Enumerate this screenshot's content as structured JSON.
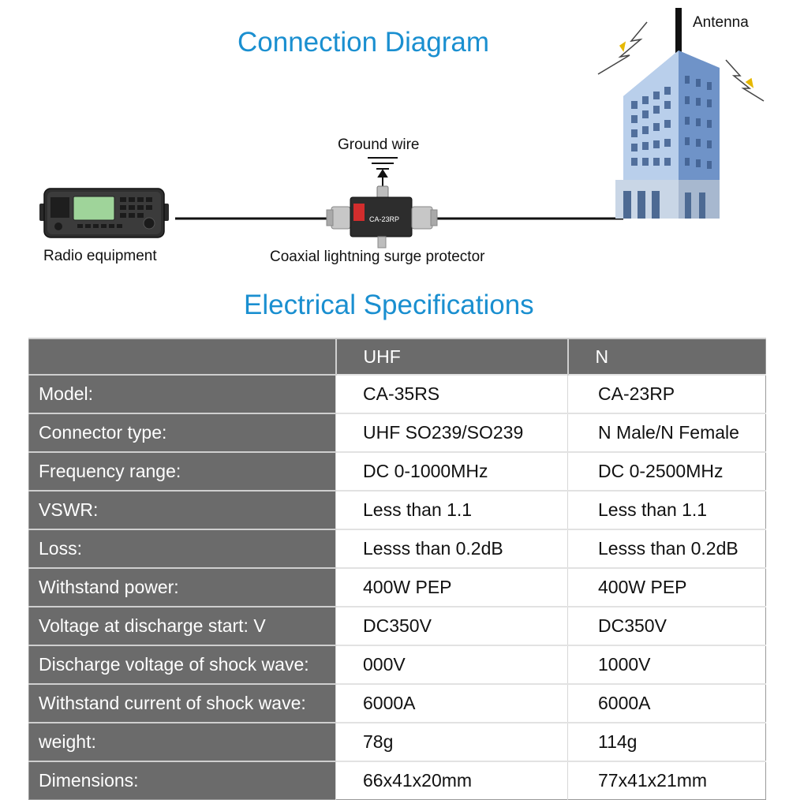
{
  "connection_diagram": {
    "title": "Connection Diagram",
    "labels": {
      "antenna": "Antenna",
      "ground_wire": "Ground wire",
      "radio_equipment": "Radio equipment",
      "protector": "Coaxial lightning surge protector"
    },
    "device_marking": "CA-23RP"
  },
  "specifications": {
    "title": "Electrical Specifications",
    "columns": [
      "UHF",
      "N"
    ],
    "rows": [
      {
        "label": "Model:",
        "values": [
          "CA-35RS",
          "CA-23RP"
        ]
      },
      {
        "label": "Connector type:",
        "values": [
          "UHF SO239/SO239",
          "N Male/N Female"
        ]
      },
      {
        "label": "Frequency range:",
        "values": [
          "DC 0-1000MHz",
          "DC 0-2500MHz"
        ]
      },
      {
        "label": "VSWR:",
        "values": [
          "Less than 1.1",
          "Less than 1.1"
        ]
      },
      {
        "label": "Loss:",
        "values": [
          "Lesss than 0.2dB",
          "Lesss than 0.2dB"
        ]
      },
      {
        "label": "Withstand power:",
        "values": [
          "400W PEP",
          "400W PEP"
        ]
      },
      {
        "label": "Voltage at discharge start: V",
        "values": [
          "DC350V",
          "DC350V"
        ]
      },
      {
        "label": "Discharge voltage of shock wave:",
        "values": [
          "000V",
          "1000V"
        ]
      },
      {
        "label": "Withstand current of shock wave:",
        "values": [
          "6000A",
          "6000A"
        ]
      },
      {
        "label": "weight:",
        "values": [
          "78g",
          "114g"
        ]
      },
      {
        "label": "Dimensions:",
        "values": [
          "66x41x20mm",
          "77x41x21mm"
        ]
      }
    ]
  },
  "colors": {
    "heading": "#1a8fd0",
    "table_header": "#6b6b6b",
    "building": "#7fa6d6"
  }
}
